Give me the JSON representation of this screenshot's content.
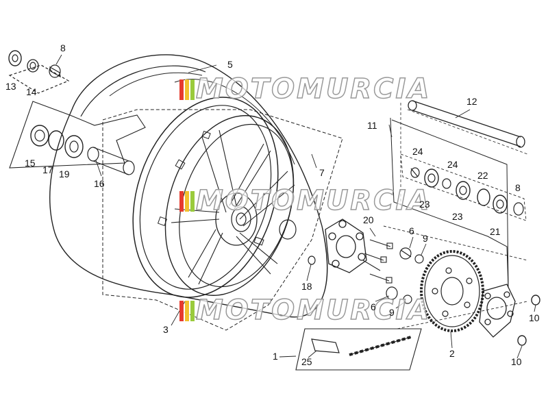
{
  "watermark": {
    "text": "MOTOMURCIA",
    "stripe_colors": [
      "#e63b2e",
      "#f2c12e",
      "#9acb3c"
    ]
  },
  "part_labels": [
    "1",
    "2",
    "3",
    "5",
    "6",
    "6",
    "7",
    "8",
    "8",
    "9",
    "9",
    "10",
    "10",
    "11",
    "12",
    "13",
    "14",
    "15",
    "16",
    "17",
    "18",
    "19",
    "20",
    "21",
    "22",
    "23",
    "23",
    "24",
    "24",
    "25"
  ],
  "colors": {
    "line": "#1a1a1a",
    "text": "#111111"
  }
}
